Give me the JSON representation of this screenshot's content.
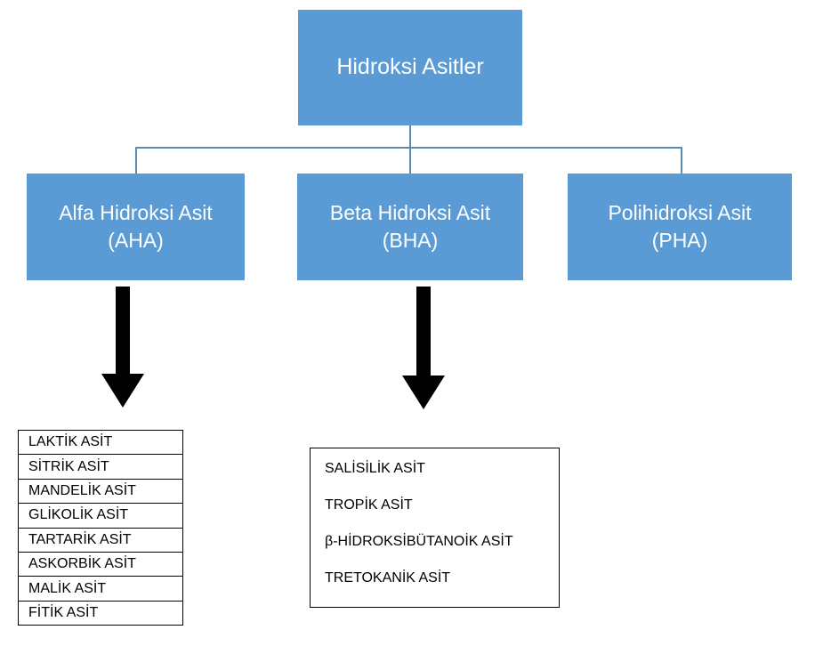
{
  "diagram": {
    "type": "hierarchy-tree",
    "title_node": {
      "label": "Hidroksi Asitler"
    },
    "children": [
      {
        "line1": "Alfa Hidroksi Asit",
        "line2": "(AHA)"
      },
      {
        "line1": "Beta Hidroksi Asit",
        "line2": "(BHA)"
      },
      {
        "line1": "Polihidroksi Asit",
        "line2": "(PHA)"
      }
    ],
    "aha_list": [
      "LAKTİK ASİT",
      "SİTRİK ASİT",
      "MANDELİK ASİT",
      "GLİKOLİK ASİT",
      "TARTARİK ASİT",
      "ASKORBİK ASİT",
      "MALİK ASİT",
      "FİTİK ASİT"
    ],
    "bha_list": [
      "SALİSİLİK ASİT",
      "TROPİK ASİT",
      "β-HİDROKSİBÜTANOİK ASİT",
      "TRETOKANİK ASİT"
    ],
    "colors": {
      "node_fill": "#5B9BD5",
      "node_text": "#FFFFFF",
      "connector": "#5B8BB0",
      "arrow": "#000000",
      "list_border": "#000000",
      "list_text": "#000000",
      "background": "#FFFFFF"
    }
  }
}
